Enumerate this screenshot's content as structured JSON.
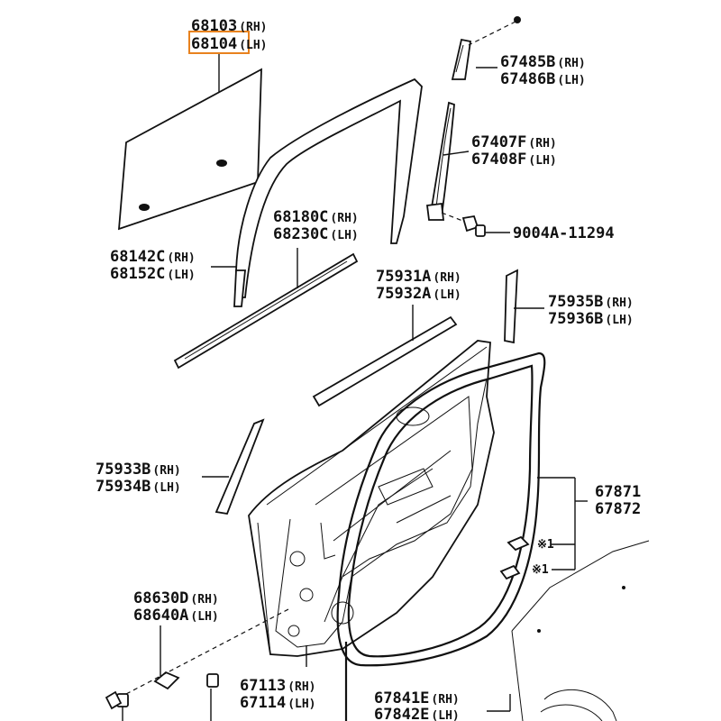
{
  "callouts": [
    {
      "id": "glass",
      "lines": [
        {
          "pn": "68103",
          "side": "(RH)"
        },
        {
          "pn": "68104",
          "side": "(LH)"
        }
      ],
      "highlighted": 1
    },
    {
      "id": "corner-cover",
      "lines": [
        {
          "pn": "67485B",
          "side": "(RH)"
        },
        {
          "pn": "67486B",
          "side": "(LH)"
        }
      ]
    },
    {
      "id": "rear-sash",
      "lines": [
        {
          "pn": "67407F",
          "side": "(RH)"
        },
        {
          "pn": "67408F",
          "side": "(LH)"
        }
      ]
    },
    {
      "id": "bolt",
      "lines": [
        {
          "pn": "9004A-11294",
          "side": ""
        }
      ]
    },
    {
      "id": "run-channel",
      "lines": [
        {
          "pn": "68180C",
          "side": "(RH)"
        },
        {
          "pn": "68230C",
          "side": "(LH)"
        }
      ]
    },
    {
      "id": "glass-run",
      "lines": [
        {
          "pn": "68142C",
          "side": "(RH)"
        },
        {
          "pn": "68152C",
          "side": "(LH)"
        }
      ]
    },
    {
      "id": "belt-moulding",
      "lines": [
        {
          "pn": "75931A",
          "side": "(RH)"
        },
        {
          "pn": "75932A",
          "side": "(LH)"
        }
      ]
    },
    {
      "id": "rear-garnish",
      "lines": [
        {
          "pn": "75935B",
          "side": "(RH)"
        },
        {
          "pn": "75936B",
          "side": "(LH)"
        }
      ]
    },
    {
      "id": "front-garnish",
      "lines": [
        {
          "pn": "75933B",
          "side": "(RH)"
        },
        {
          "pn": "75934B",
          "side": "(LH)"
        }
      ]
    },
    {
      "id": "door-weatherstrip",
      "lines": [
        {
          "pn": "67871",
          "side": ""
        },
        {
          "pn": "67872",
          "side": ""
        }
      ]
    },
    {
      "id": "hinge",
      "lines": [
        {
          "pn": "68630D",
          "side": "(RH)"
        },
        {
          "pn": "68640A",
          "side": "(LH)"
        }
      ]
    },
    {
      "id": "door-panel",
      "lines": [
        {
          "pn": "67113",
          "side": "(RH)"
        },
        {
          "pn": "67114",
          "side": "(LH)"
        }
      ]
    },
    {
      "id": "weatherstrip-lower",
      "lines": [
        {
          "pn": "67841E",
          "side": "(RH)"
        },
        {
          "pn": "67842E",
          "side": "(LH)"
        }
      ]
    }
  ],
  "clip_marks": [
    "※1",
    "※1"
  ],
  "colors": {
    "highlight": "#e8821e",
    "ink": "#111111"
  }
}
